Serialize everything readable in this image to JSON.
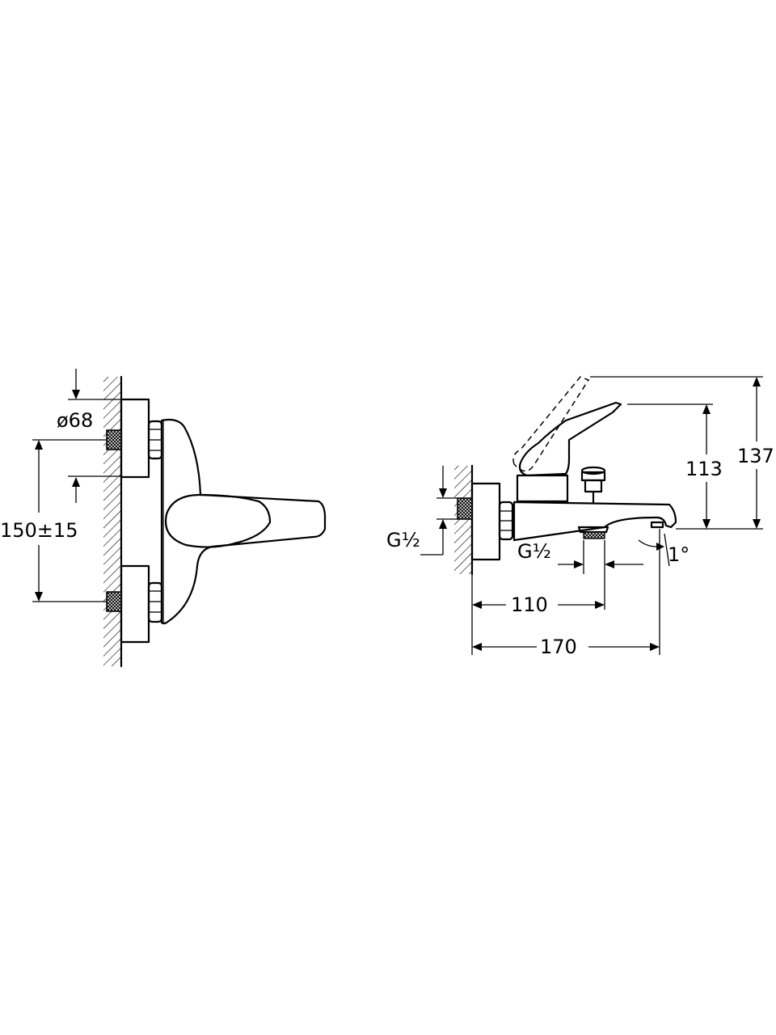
{
  "front_view": {
    "flange_diameter_label": "ø68",
    "inlet_spacing_label": "150±15"
  },
  "side_view": {
    "wall_inlet_thread_label": "G½",
    "outlet_thread_label": "G½",
    "lever_height_label": "113",
    "total_height_label": "137",
    "outlet_distance_label": "110",
    "total_length_label": "170",
    "spout_angle_label": "1°"
  }
}
